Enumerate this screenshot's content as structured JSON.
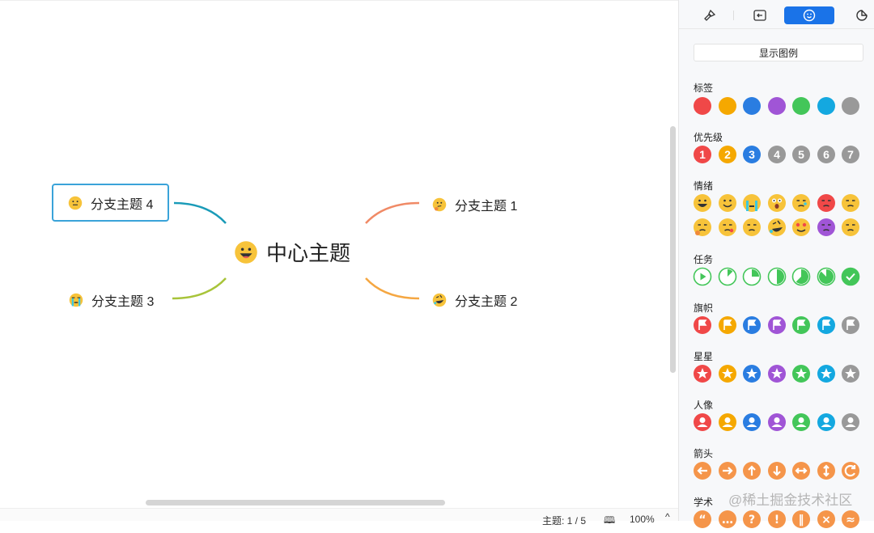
{
  "mindmap": {
    "center": {
      "label": "中心主题",
      "emoji": "grinning-face"
    },
    "branches": [
      {
        "label": "分支主题 1",
        "emoji": "thinking-face",
        "line_color": "#f08a66"
      },
      {
        "label": "分支主题 2",
        "emoji": "rolling-laughing-face",
        "line_color": "#f5a742"
      },
      {
        "label": "分支主题 3",
        "emoji": "crying-face",
        "line_color": "#a8c43a"
      },
      {
        "label": "分支主题 4",
        "emoji": "neutral-face",
        "line_color": "#1a9bb8",
        "selected": true
      }
    ]
  },
  "status": {
    "topic_count": "主题: 1 / 5",
    "zoom": "100%"
  },
  "panel": {
    "tabs": [
      {
        "icon": "brush-icon"
      },
      {
        "icon": "outline-icon"
      },
      {
        "icon": "smiley-icon",
        "active": true
      },
      {
        "icon": "sticker-icon"
      }
    ],
    "legend_button": "显示图例",
    "sections": [
      {
        "label": "标签",
        "kind": "dot",
        "items": [
          "#f04848",
          "#f5a800",
          "#2a7de1",
          "#a055d6",
          "#43c659",
          "#14a8e0",
          "#999999"
        ]
      },
      {
        "label": "优先级",
        "kind": "num",
        "items": [
          {
            "t": "1",
            "c": "#f04848"
          },
          {
            "t": "2",
            "c": "#f5a800"
          },
          {
            "t": "3",
            "c": "#2a7de1"
          },
          {
            "t": "4",
            "c": "#999999"
          },
          {
            "t": "5",
            "c": "#999999"
          },
          {
            "t": "6",
            "c": "#999999"
          },
          {
            "t": "7",
            "c": "#999999"
          }
        ]
      },
      {
        "label": "情绪",
        "kind": "emoji",
        "items": [
          "grinning",
          "smile",
          "crying",
          "surprised",
          "sad",
          "angry",
          "neutral",
          "thinking",
          "kiss",
          "confused",
          "rolling-laughing",
          "heart-eyes",
          "devil",
          "tired"
        ]
      },
      {
        "label": "任务",
        "kind": "task",
        "items": [
          0,
          0.125,
          0.25,
          0.5,
          0.625,
          0.875,
          1
        ]
      },
      {
        "label": "旗帜",
        "kind": "flag",
        "items": [
          "#f04848",
          "#f5a800",
          "#2a7de1",
          "#a055d6",
          "#43c659",
          "#14a8e0",
          "#999999"
        ]
      },
      {
        "label": "星星",
        "kind": "star",
        "items": [
          "#f04848",
          "#f5a800",
          "#2a7de1",
          "#a055d6",
          "#43c659",
          "#14a8e0",
          "#999999"
        ]
      },
      {
        "label": "人像",
        "kind": "person",
        "items": [
          "#f04848",
          "#f5a800",
          "#2a7de1",
          "#a055d6",
          "#43c659",
          "#14a8e0",
          "#999999"
        ]
      },
      {
        "label": "箭头",
        "kind": "arrow",
        "items": [
          "left",
          "right",
          "up",
          "down",
          "left-right",
          "up-down",
          "refresh"
        ]
      },
      {
        "label": "学术",
        "kind": "academic",
        "items": [
          "quote",
          "ellipsis",
          "question",
          "exclamation",
          "pause",
          "cross",
          "approx"
        ]
      }
    ]
  },
  "watermark": "@稀土掘金技术社区"
}
